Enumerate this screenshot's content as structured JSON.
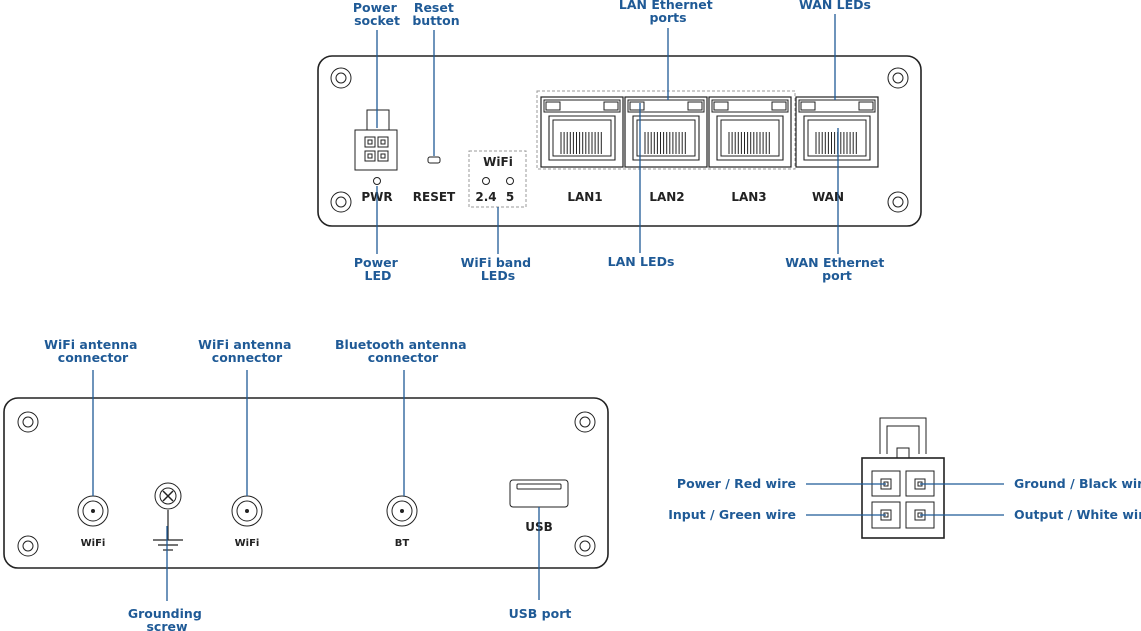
{
  "front_panel": {
    "port_labels": {
      "pwr": "PWR",
      "reset": "RESET",
      "wifi_title": "WiFi",
      "wifi_24": "2.4",
      "wifi_5": "5",
      "lan1": "LAN1",
      "lan2": "LAN2",
      "lan3": "LAN3",
      "wan": "WAN"
    },
    "callouts": {
      "power_socket": [
        "Power",
        "socket"
      ],
      "reset_button": [
        "Reset",
        "button"
      ],
      "lan_ports": [
        "LAN Ethernet",
        "ports"
      ],
      "wan_leds": [
        "WAN LEDs"
      ],
      "power_led": [
        "Power",
        "LED"
      ],
      "wifi_band_leds": [
        "WiFi band",
        "LEDs"
      ],
      "lan_leds": [
        "LAN LEDs"
      ],
      "wan_port": [
        "WAN Ethernet",
        "port"
      ]
    }
  },
  "back_panel": {
    "port_labels": {
      "wifi1": "WiFi",
      "wifi2": "WiFi",
      "bt": "BT",
      "usb": "USB"
    },
    "callouts": {
      "wifi_antenna_1": [
        "WiFi antenna",
        "connector"
      ],
      "wifi_antenna_2": [
        "WiFi antenna",
        "connector"
      ],
      "bt_antenna": [
        "Bluetooth antenna",
        "connector"
      ],
      "grounding_screw": [
        "Grounding",
        "screw"
      ],
      "usb_port": [
        "USB port"
      ]
    }
  },
  "connector_pinout": {
    "power": "Power / Red wire",
    "input": "Input / Green wire",
    "ground": "Ground / Black wire",
    "output": "Output / White wire"
  },
  "colors": {
    "callout": "#1f5a96",
    "outline": "#222222"
  }
}
